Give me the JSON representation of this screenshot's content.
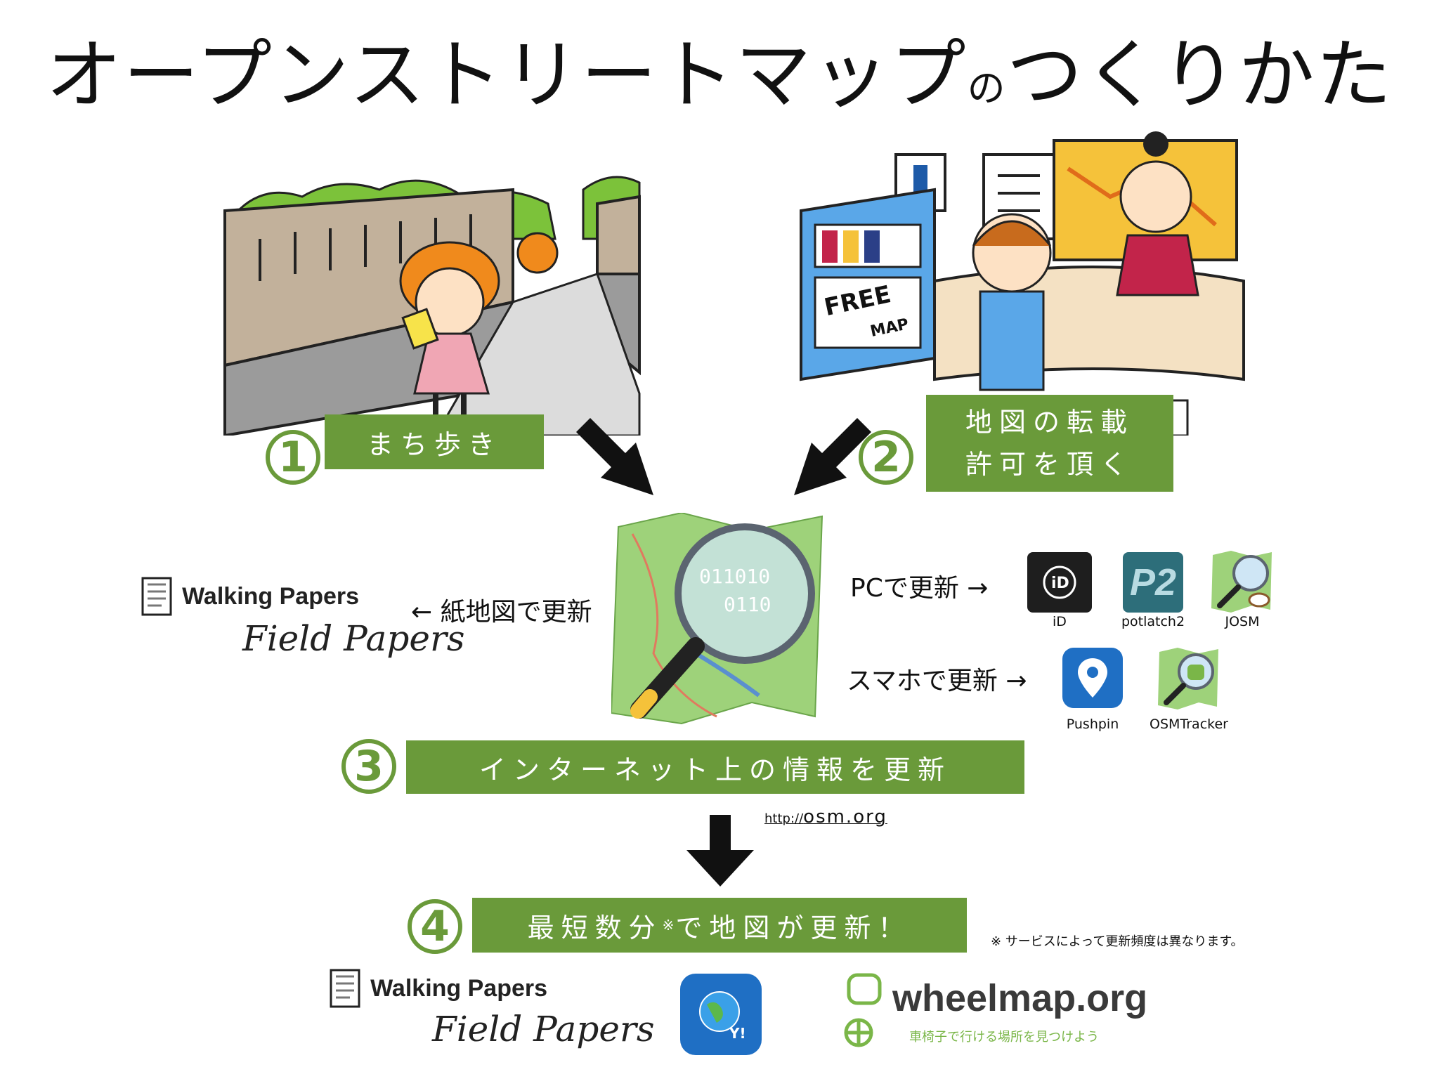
{
  "title": {
    "main_a": "オープンストリートマップ",
    "main_small": "の",
    "main_b": "つくりかた"
  },
  "steps": [
    {
      "num": "1",
      "label": "まち歩き"
    },
    {
      "num": "2",
      "label_line1": "地図の転載",
      "label_line2": "許可を頂く"
    },
    {
      "num": "3",
      "label": "インターネット上の情報を更新"
    },
    {
      "num": "4",
      "label_a": "最短数分",
      "label_note_mark": "※",
      "label_b": "で地図が更新！"
    }
  ],
  "paper_update": "← 紙地図で更新",
  "pc_update": "PCで更新 →",
  "phone_update": "スマホで更新 →",
  "pc_apps": [
    "iD",
    "potlatch2",
    "JOSM"
  ],
  "phone_apps": [
    "Pushpin",
    "OSMTracker"
  ],
  "osm_url_prefix": "http://",
  "osm_url": "osm.org",
  "footnote": "※ サービスによって更新頻度は異なります。",
  "walking_papers": "Walking Papers",
  "field_papers": "Field Papers",
  "wheelmap": "wheelmap.org",
  "wheelmap_tagline": "車椅子で行ける場所を見つけよう",
  "colors": {
    "accent": "#6a9a3a",
    "map_green": "#9ed27a"
  },
  "illustration_text": {
    "free_map": "FREE",
    "free_map2": "MAP",
    "map_binary1": "011010",
    "map_binary2": "0110"
  }
}
